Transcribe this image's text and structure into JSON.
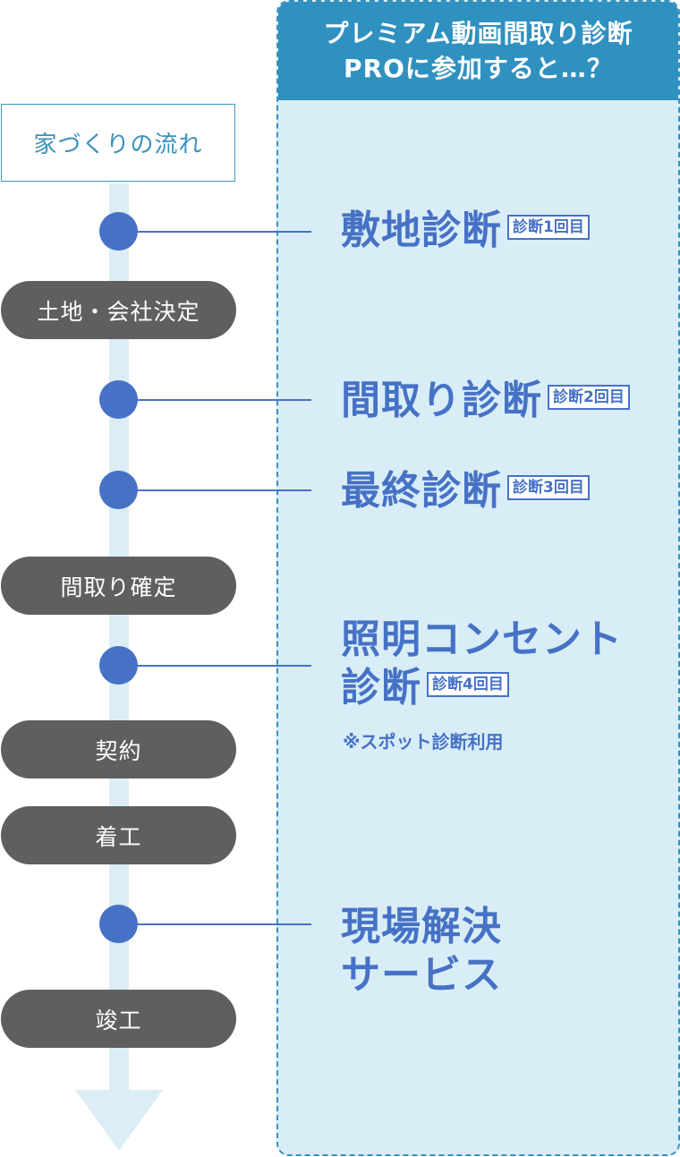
{
  "premium_banner": {
    "line1": "プレミアム動画間取り診断",
    "line2": "PROに参加すると…？"
  },
  "flow_header": "家づくりの流れ",
  "stages": [
    "土地・会社決定",
    "間取り確定",
    "契約",
    "着工",
    "竣工"
  ],
  "diagnoses": [
    {
      "title": "敷地診断",
      "badge": "診断1回目"
    },
    {
      "title": "間取り診断",
      "badge": "診断2回目"
    },
    {
      "title": "最終診断",
      "badge": "診断3回目"
    },
    {
      "title_line1": "照明コンセント",
      "title_line2": "診断",
      "badge": "診断4回目",
      "note": "※スポット診断利用"
    },
    {
      "title_line1": "現場解決",
      "title_line2": "サービス"
    }
  ],
  "colors": {
    "primary_blue": "#4672c6",
    "banner_blue": "#2f91c0",
    "panel_background": "#d9edf6",
    "stage_gray": "#5f5f5f",
    "arrow": "#dcedf5"
  }
}
